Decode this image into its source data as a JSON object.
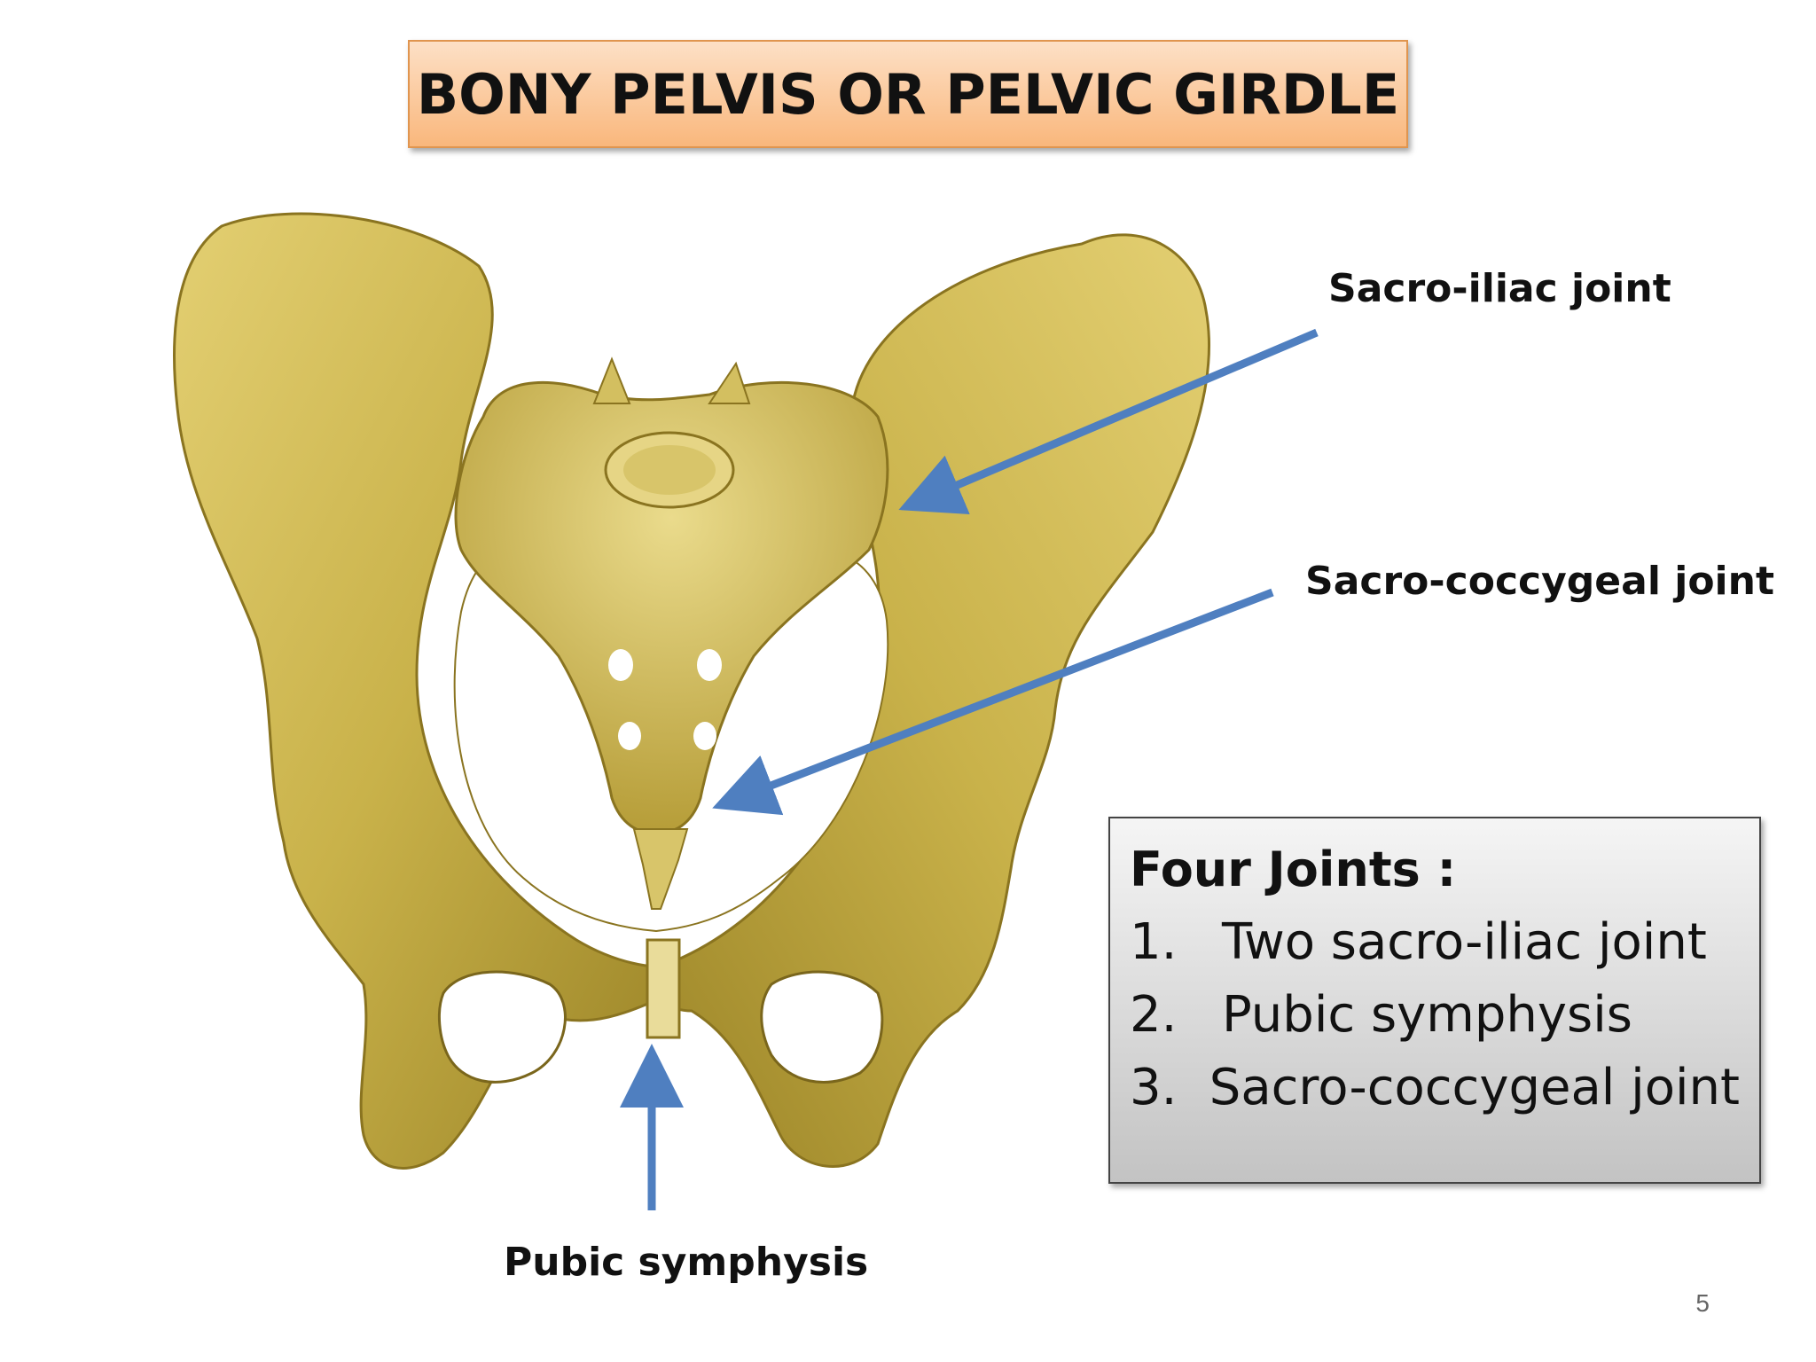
{
  "title": "BONY PELVIS OR PELVIC GIRDLE",
  "labels": {
    "sacro_iliac": "Sacro-iliac joint",
    "sacro_coccygeal": "Sacro-coccygeal joint",
    "pubic_symphysis": "Pubic symphysis"
  },
  "joints_box": {
    "heading": "Four Joints :",
    "items": [
      {
        "num": "1.",
        "text": "Two sacro-iliac joint"
      },
      {
        "num": "2.",
        "text": "Pubic symphysis"
      },
      {
        "num": "3.",
        "text": "Sacro-coccygeal joint"
      }
    ]
  },
  "page_number": "5",
  "colors": {
    "bone": "#c9b24a",
    "arrow": "#4f7fc0",
    "title_bg": "#f9b77c"
  }
}
